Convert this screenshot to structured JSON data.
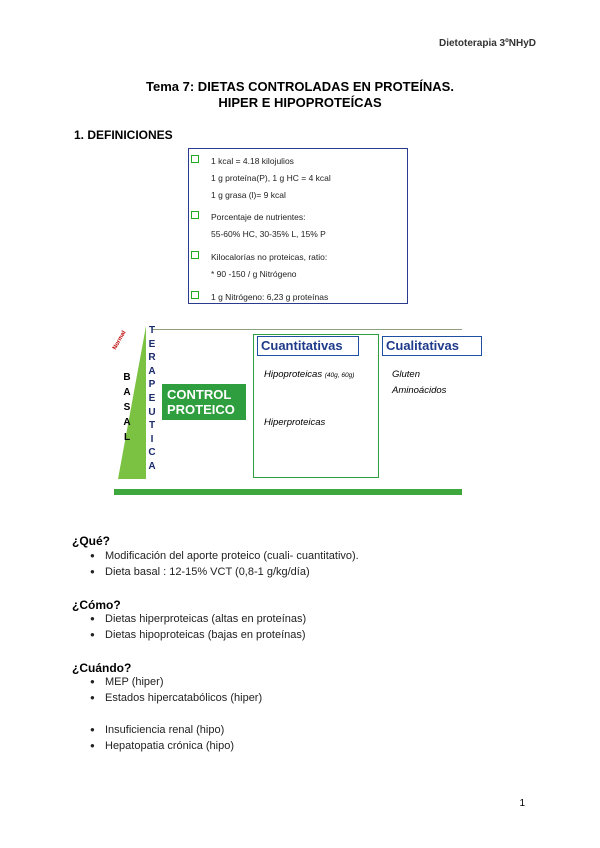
{
  "header": {
    "course": "Dietoterapia 3ºNHyD"
  },
  "title": {
    "line1": "Tema 7: DIETAS CONTROLADAS EN PROTEÍNAS.",
    "line2": "HIPER E HIPOPROTEÍCAS"
  },
  "section1": {
    "heading": "1. DEFINICIONES"
  },
  "definitions": [
    {
      "lines": [
        "1 kcal = 4.18 kilojulios",
        "1 g proteína(P), 1 g HC = 4 kcal",
        "1 g grasa (l)= 9 kcal"
      ]
    },
    {
      "lines": [
        "Porcentaje de nutrientes:",
        "55-60% HC, 30-35% L, 15% P"
      ]
    },
    {
      "lines": [
        "Kilocalorías no proteicas, ratio:",
        "* 90 -150 / g Nitrógeno"
      ]
    },
    {
      "lines": [
        "1 g Nitrógeno: 6,23 g proteínas"
      ]
    }
  ],
  "diagram": {
    "basal_letters": [
      "B",
      "A",
      "S",
      "A",
      "L"
    ],
    "basal_side": "Normal",
    "terap_letters": [
      "T",
      "E",
      "R",
      "A",
      "P",
      "E",
      "U",
      "T",
      "I",
      "C",
      "A"
    ],
    "control": [
      "CONTROL",
      "PROTEICO"
    ],
    "cuantitativas": "Cuantitativas",
    "cualitativas": "Cualitativas",
    "hipo": "Hipoproteicas",
    "hipo_sub": "(40g, 60g)",
    "hiper": "Hiperproteicas",
    "gluten": "Gluten",
    "amino": "Aminoácidos"
  },
  "que": {
    "heading": "¿Qué?",
    "items": [
      "Modificación del aporte proteico (cuali- cuantitativo).",
      "Dieta basal : 12-15% VCT (0,8-1 g/kg/día)"
    ]
  },
  "como": {
    "heading": "¿Cómo?",
    "items": [
      "Dietas hiperproteicas (altas en proteínas)",
      "Dietas hipoproteicas (bajas en proteínas)"
    ]
  },
  "cuando": {
    "heading": "¿Cuándo?",
    "items": [
      "MEP (hiper)",
      "Estados hipercatabólicos (hiper)",
      "Insuficiencia renal (hipo)",
      "Hepatopatia crónica (hipo)"
    ]
  },
  "bullet_glyph": "●",
  "page_number": "1",
  "colors": {
    "green": "#2e9e3e",
    "blue": "#1e3a8a",
    "box_border": "#2a3a8f"
  }
}
